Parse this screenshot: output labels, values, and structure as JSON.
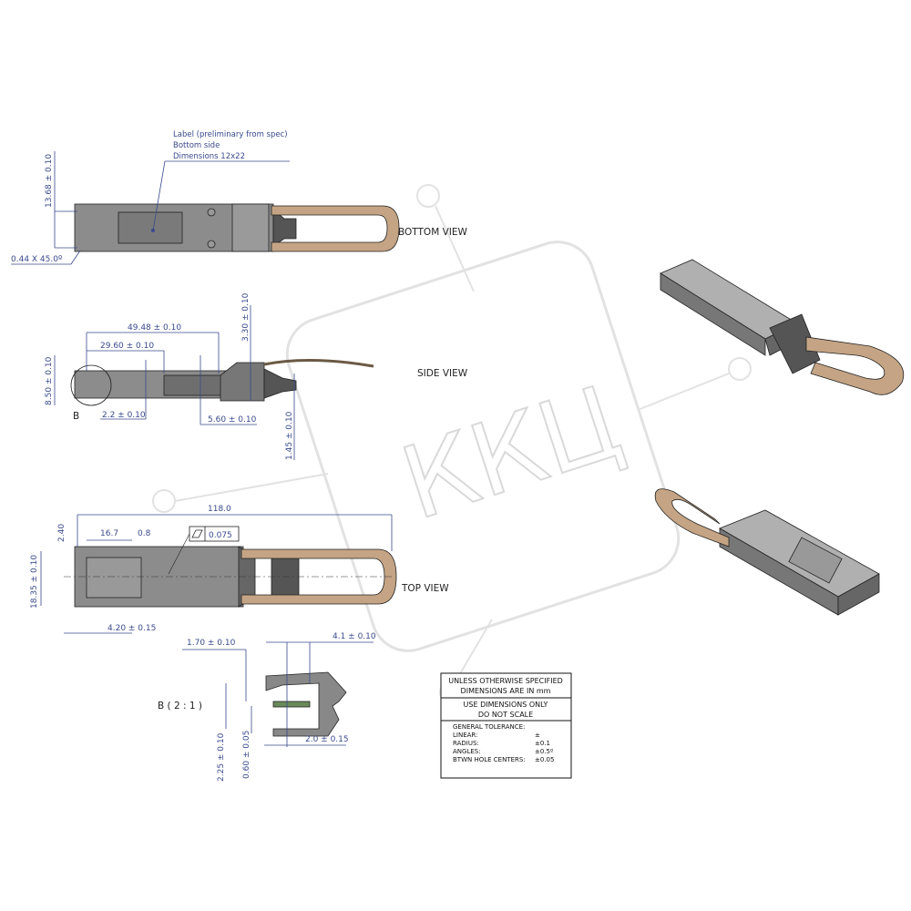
{
  "note": {
    "line1": "Label (preliminary from spec)",
    "line2": "Bottom side",
    "line3": "Dimensions 12x22"
  },
  "views": {
    "bottom": "BOTTOM VIEW",
    "side": "SIDE VIEW",
    "top": "TOP VIEW",
    "detail": "B ( 2 : 1 )",
    "detail_marker": "B"
  },
  "dimensions": {
    "bottom_height": "13.68 ± 0.10",
    "chamfer": "0.44 X 45.0º",
    "side_49": "49.48 ± 0.10",
    "side_29": "29.60 ± 0.10",
    "side_330": "3.30 ± 0.10",
    "side_850": "8.50 ± 0.10",
    "side_22": "2.2 ± 0.10",
    "side_560": "5.60 ± 0.10",
    "side_145": "1.45 ± 0.10",
    "top_118": "118.0",
    "top_240": "2.40",
    "top_167": "16.7",
    "top_08": "0.8",
    "top_flatness": "0.075",
    "top_1835": "18.35 ± 0.10",
    "top_420": "4.20 ± 0.15",
    "det_170": "1.70 ± 0.10",
    "det_41": "4.1 ± 0.10",
    "det_20": "2.0 ± 0.15",
    "det_225": "2.25 ± 0.10",
    "det_060": "0.60 ± 0.05"
  },
  "title_block": {
    "row1a": "UNLESS OTHERWISE SPECIFIED",
    "row1b": "DIMENSIONS ARE IN mm",
    "row2a": "USE DIMENSIONS ONLY",
    "row2b": "DO NOT SCALE",
    "general": "GENERAL TOLERANCE:",
    "tolerances": [
      {
        "name": "LINEAR:",
        "value": "±"
      },
      {
        "name": "RADIUS:",
        "value": "±0.1"
      },
      {
        "name": "ANGLES:",
        "value": "±0.5º"
      },
      {
        "name": "BTWN HOLE CENTERS:",
        "value": "±0.05"
      }
    ]
  },
  "watermark": "ККЦ",
  "colors": {
    "dimension": "#3a4a8c",
    "body": "#8a8a8a",
    "pull_tab": "#c4a484"
  }
}
